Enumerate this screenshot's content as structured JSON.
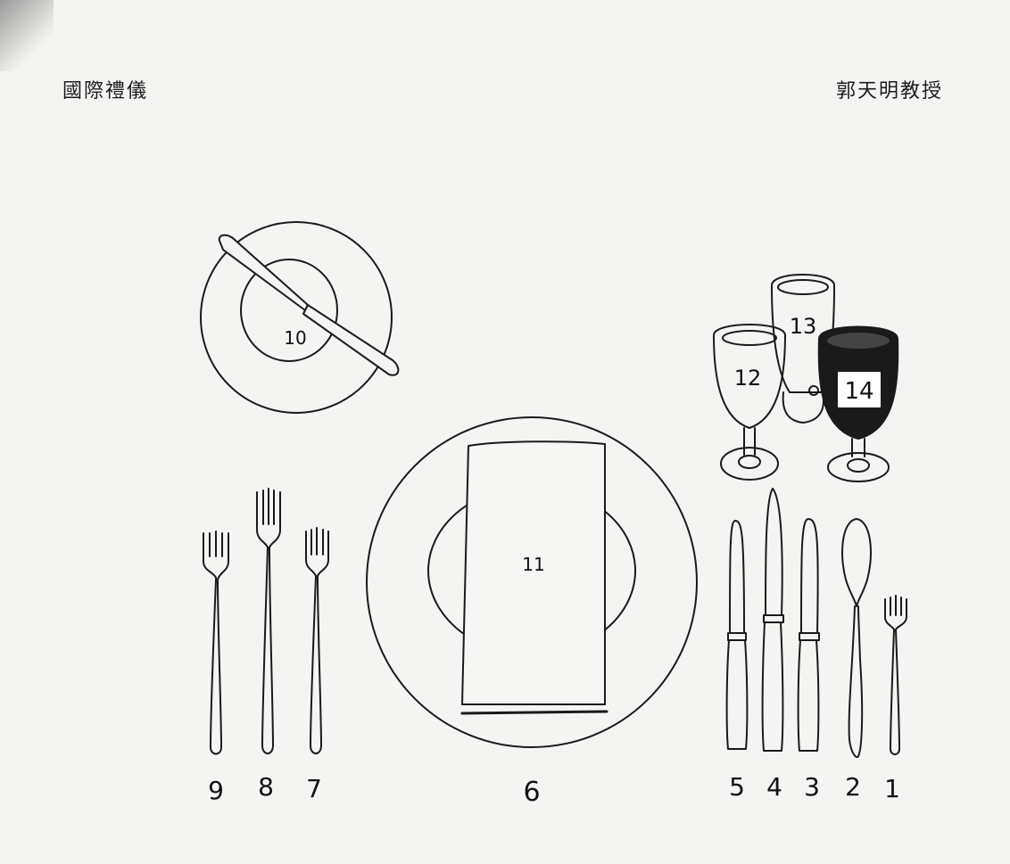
{
  "header": {
    "left_title": "國際禮儀",
    "right_author": "郭天明教授"
  },
  "labels": {
    "fork_salad": "1",
    "soup_spoon": "2",
    "knife_3": "3",
    "knife_4": "4",
    "knife_5": "5",
    "service_plate": "6",
    "fork_7": "7",
    "fork_8": "8",
    "fork_9": "9",
    "bread_plate": "10",
    "napkin": "11",
    "glass_12": "12",
    "glass_13": "13",
    "glass_14": "14"
  }
}
